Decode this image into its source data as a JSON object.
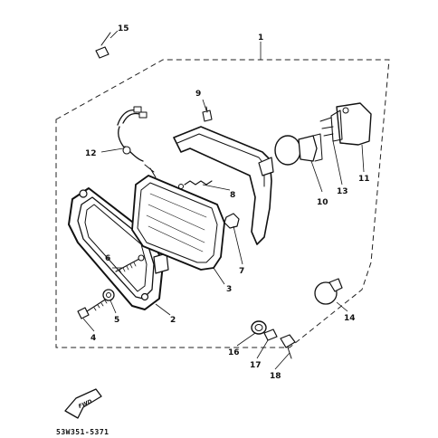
{
  "parts": {
    "p1": "1",
    "p2": "2",
    "p3": "3",
    "p4": "4",
    "p5": "5",
    "p6": "6",
    "p7": "7",
    "p8": "8",
    "p9": "9",
    "p10": "10",
    "p11": "11",
    "p12": "12",
    "p13": "13",
    "p14": "14",
    "p15": "15",
    "p16": "16",
    "p17": "17",
    "p18": "18"
  },
  "direction_arrow": {
    "label": "FWD"
  },
  "document_code": "53W351-5371"
}
